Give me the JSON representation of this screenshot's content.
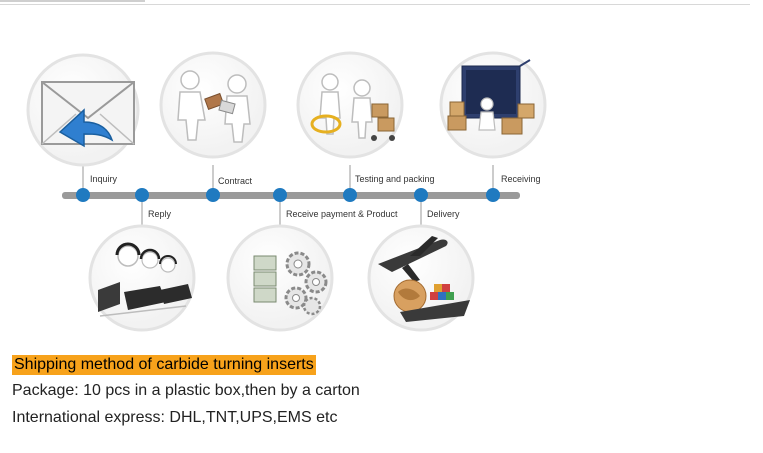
{
  "process": {
    "steps": [
      {
        "label": "Inquiry",
        "icon": "envelope-icon"
      },
      {
        "label": "Reply",
        "icon": "customer-service-icon"
      },
      {
        "label": "Contract",
        "icon": "contract-handshake-icon"
      },
      {
        "label": "Receive payment & Product",
        "icon": "payment-gears-icon"
      },
      {
        "label": "Testing and packing",
        "icon": "testing-packing-icon"
      },
      {
        "label": "Delivery",
        "icon": "delivery-plane-ship-icon"
      },
      {
        "label": "Receiving",
        "icon": "container-receiving-icon"
      }
    ],
    "colors": {
      "timeline": "#9a9a9a",
      "node": "#1f7ac0",
      "ring": "#e3e3e3"
    }
  },
  "caption": {
    "title": "Shipping method of carbide turning inserts",
    "package": "Package: 10 pcs in a plastic box,then by a carton",
    "express": "International express: DHL,TNT,UPS,EMS etc",
    "highlight_color": "#f7a21b"
  }
}
